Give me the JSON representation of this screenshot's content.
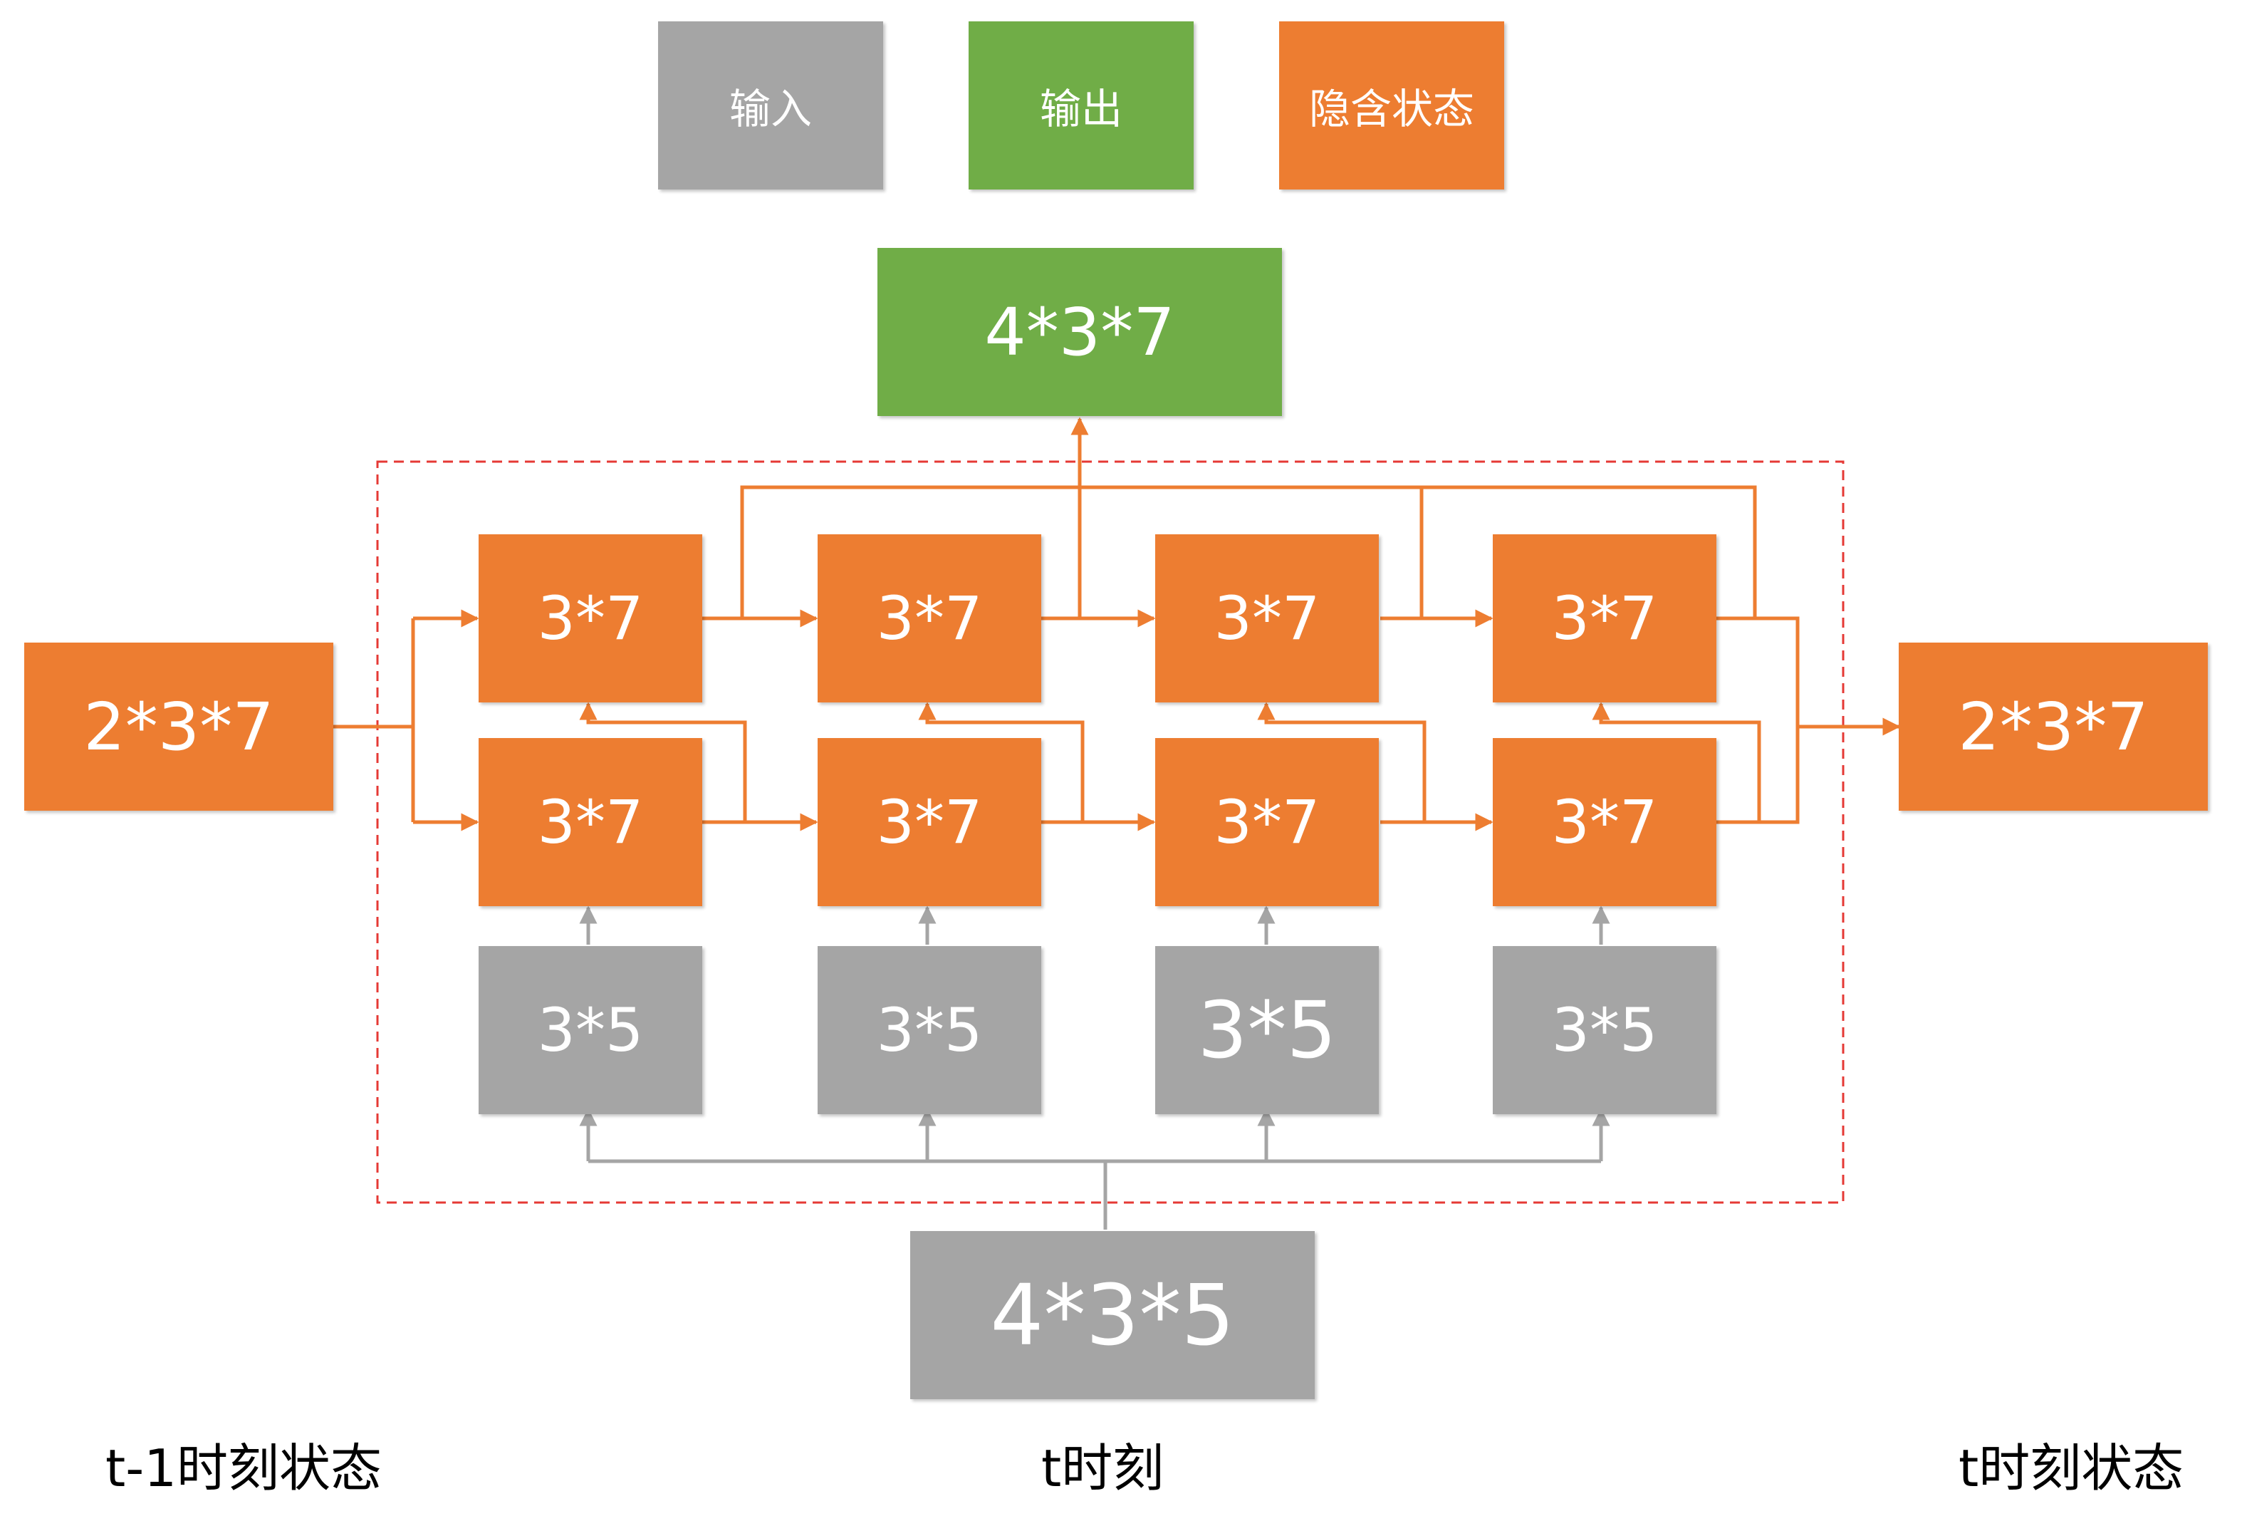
{
  "legend": {
    "input": "输入",
    "output": "输出",
    "hidden": "隐含状态"
  },
  "output_box": "4*3*7",
  "state_in": "2*3*7",
  "state_out": "2*3*7",
  "hidden_top": [
    "3*7",
    "3*7",
    "3*7",
    "3*7"
  ],
  "hidden_bottom": [
    "3*7",
    "3*7",
    "3*7",
    "3*7"
  ],
  "inputs": [
    "3*5",
    "3*5",
    "3*5",
    "3*5"
  ],
  "input_box": "4*3*5",
  "captions": {
    "left": "t-1时刻状态",
    "center": "t时刻",
    "right": "t时刻状态"
  },
  "colors": {
    "gray": "#a5a5a5",
    "green": "#70ad47",
    "orange": "#ed7d31",
    "dashed": "#e53935"
  }
}
